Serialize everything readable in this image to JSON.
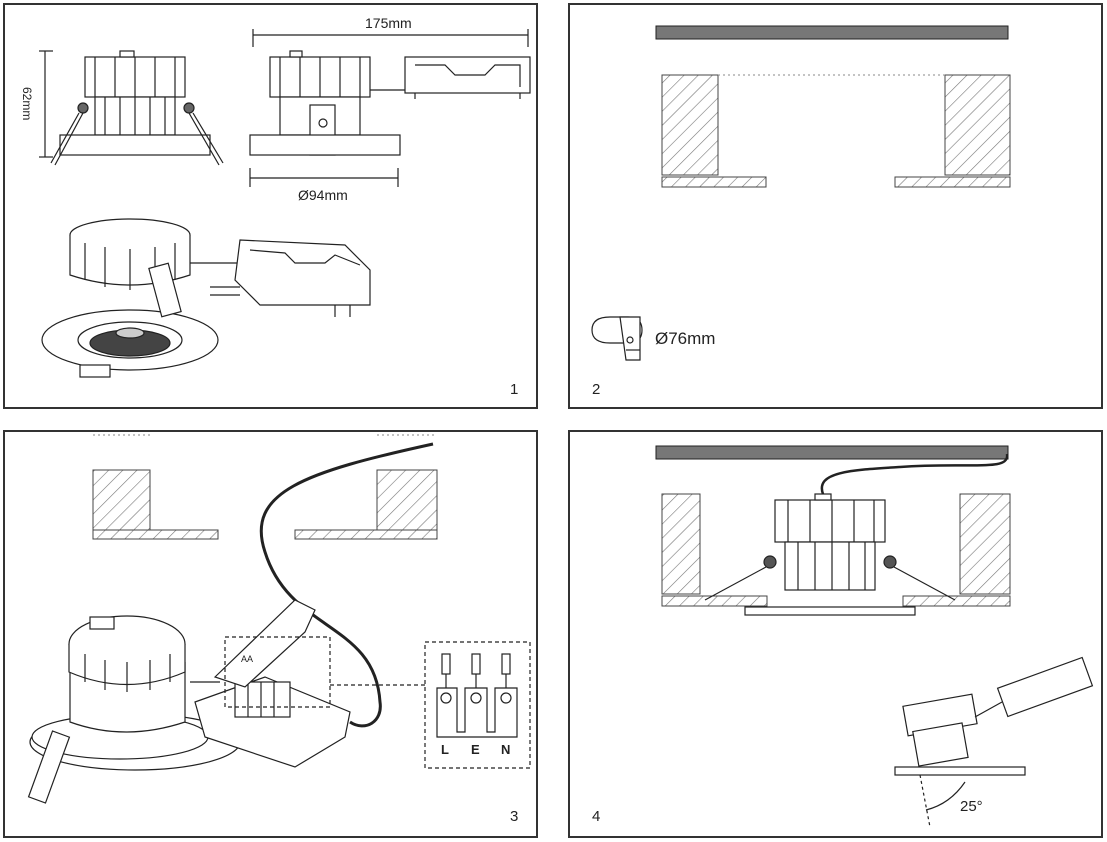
{
  "panels": [
    {
      "number": "1",
      "dimensions": {
        "width": "175mm",
        "height": "62mm",
        "diameter": "Ø94mm"
      }
    },
    {
      "number": "2",
      "cutout": {
        "icon": "saw-icon",
        "diameter": "Ø76mm"
      }
    },
    {
      "number": "3",
      "terminal_labels": [
        "L",
        "E",
        "N"
      ],
      "connector_label": "AA"
    },
    {
      "number": "4",
      "tilt_angle": "25°"
    }
  ]
}
